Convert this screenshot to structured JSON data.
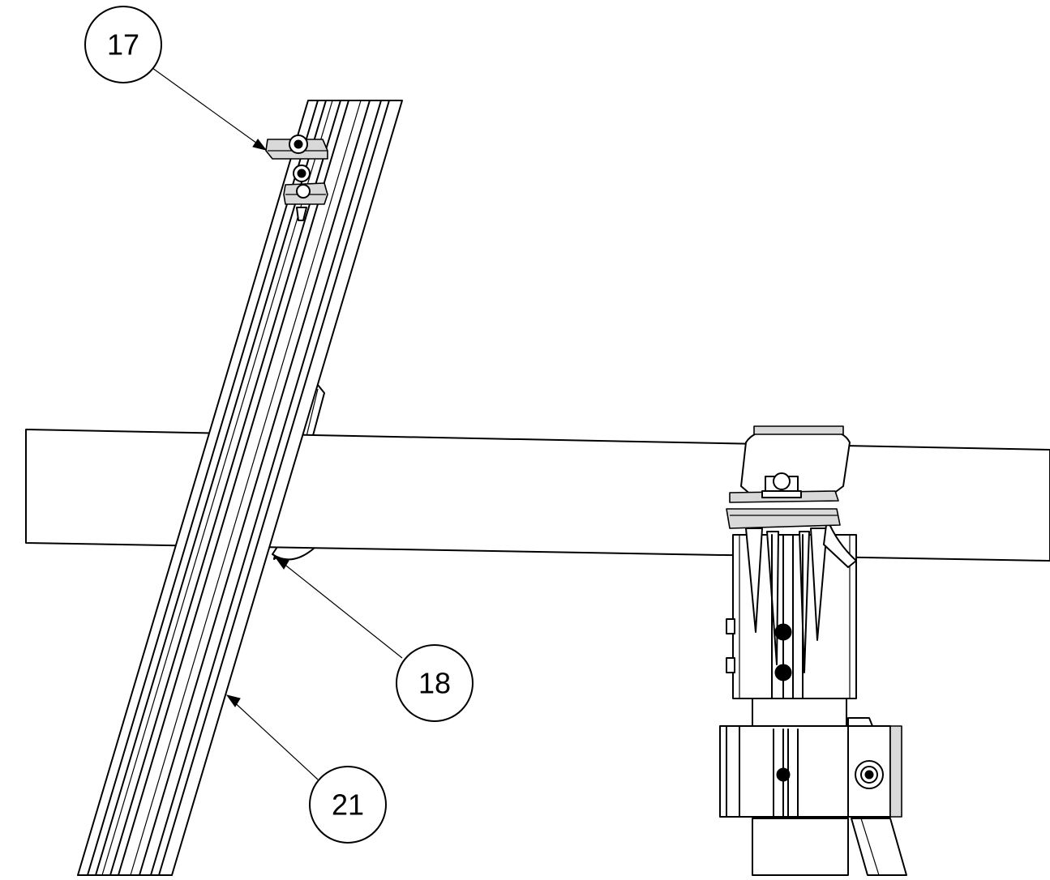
{
  "balloons": [
    {
      "label": "17"
    },
    {
      "label": "18"
    },
    {
      "label": "21"
    }
  ],
  "colors": {
    "line": "#000000",
    "background": "#ffffff",
    "shade": "#d9d9d9"
  }
}
